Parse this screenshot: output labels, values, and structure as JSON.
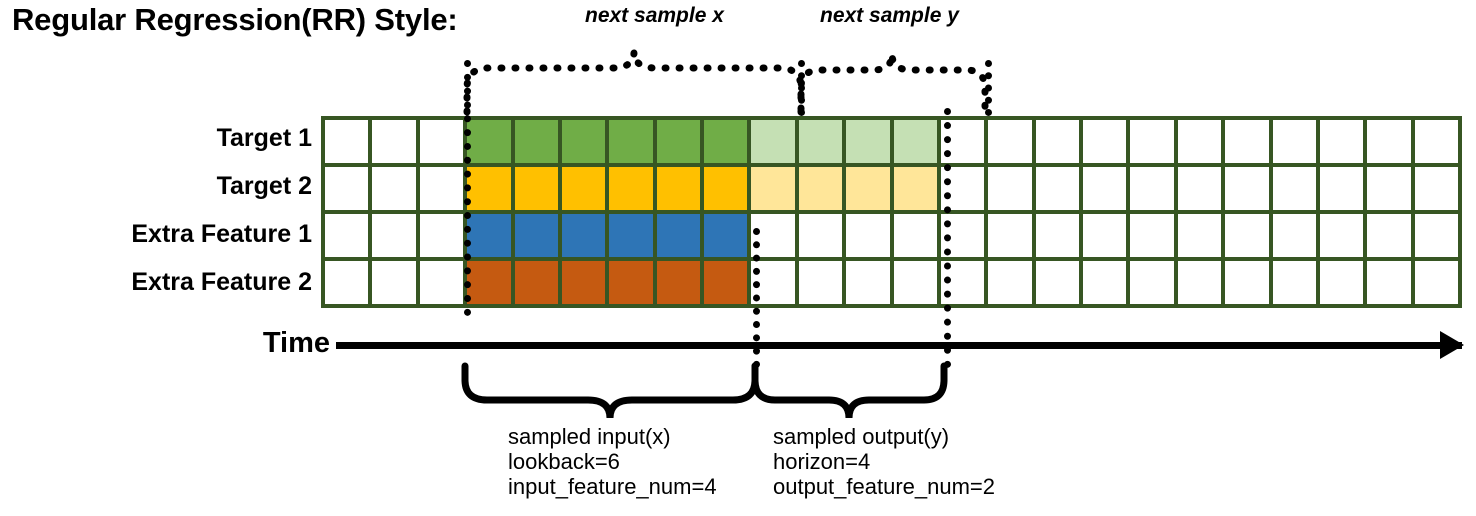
{
  "title": "Regular Regression(RR) Style:",
  "rows": [
    {
      "label": "Target 1",
      "name": "target-1"
    },
    {
      "label": "Target 2",
      "name": "target-2"
    },
    {
      "label": "Extra Feature 1",
      "name": "extra-feature-1"
    },
    {
      "label": "Extra Feature 2",
      "name": "extra-feature-2"
    }
  ],
  "grid": {
    "columns": 24,
    "leading_blank": 3,
    "input_span": 6,
    "output_span": 4,
    "trailing_blank": 11,
    "cells": [
      [
        "blank",
        "blank",
        "blank",
        "green",
        "green",
        "green",
        "green",
        "green",
        "green",
        "lgreen",
        "lgreen",
        "lgreen",
        "lgreen",
        "blank",
        "blank",
        "blank",
        "blank",
        "blank",
        "blank",
        "blank",
        "blank",
        "blank",
        "blank",
        "blank"
      ],
      [
        "blank",
        "blank",
        "blank",
        "gold",
        "gold",
        "gold",
        "gold",
        "gold",
        "gold",
        "lgold",
        "lgold",
        "lgold",
        "lgold",
        "blank",
        "blank",
        "blank",
        "blank",
        "blank",
        "blank",
        "blank",
        "blank",
        "blank",
        "blank",
        "blank"
      ],
      [
        "blank",
        "blank",
        "blank",
        "blue",
        "blue",
        "blue",
        "blue",
        "blue",
        "blue",
        "blank",
        "blank",
        "blank",
        "blank",
        "blank",
        "blank",
        "blank",
        "blank",
        "blank",
        "blank",
        "blank",
        "blank",
        "blank",
        "blank",
        "blank"
      ],
      [
        "blank",
        "blank",
        "blank",
        "orange",
        "orange",
        "orange",
        "orange",
        "orange",
        "orange",
        "blank",
        "blank",
        "blank",
        "blank",
        "blank",
        "blank",
        "blank",
        "blank",
        "blank",
        "blank",
        "blank",
        "blank",
        "blank",
        "blank",
        "blank"
      ]
    ]
  },
  "axis": {
    "label": "Time"
  },
  "top_annotations": [
    {
      "text": "next sample x",
      "name": "next-sample-x"
    },
    {
      "text": "next sample y",
      "name": "next-sample-y"
    }
  ],
  "bottom_annotations": [
    {
      "name": "sampled-input",
      "line1": "sampled input(x)",
      "line2": "lookback=6",
      "line3": "input_feature_num=4"
    },
    {
      "name": "sampled-output",
      "line1": "sampled output(y)",
      "line2": "horizon=4",
      "line3": "output_feature_num=2"
    }
  ],
  "colors": {
    "border": "#375623",
    "green": "#70ad47",
    "gold": "#ffc000",
    "blue": "#2e75b6",
    "orange": "#c55a11",
    "light_green": "#c5e0b4",
    "light_gold": "#ffe699",
    "ink": "#000000"
  }
}
